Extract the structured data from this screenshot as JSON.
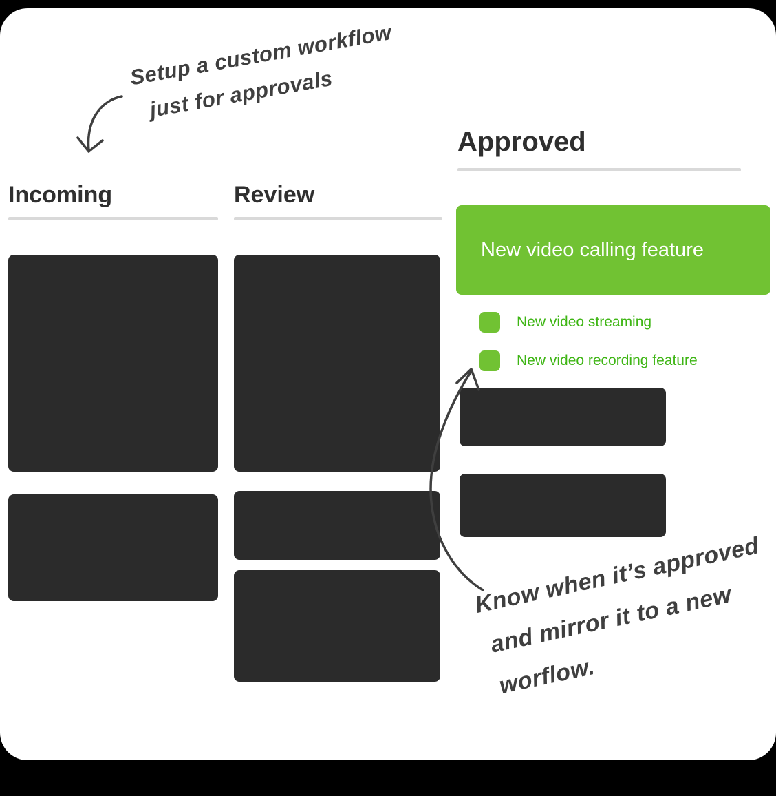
{
  "annotations": {
    "top": {
      "line1": "Setup a custom workflow",
      "line2": "just for approvals"
    },
    "bottom": {
      "line1": "Know when it’s approved",
      "line2": "and mirror it to a new",
      "line3": "worflow."
    }
  },
  "columns": [
    {
      "title": "Incoming"
    },
    {
      "title": "Review"
    },
    {
      "title": "Approved"
    }
  ],
  "approved": {
    "featured_card": "New video calling feature",
    "checklist": [
      {
        "label": "New video streaming"
      },
      {
        "label": "New video recording feature"
      }
    ]
  },
  "colors": {
    "green_card": "#71c233",
    "green_text": "#3eb514",
    "dark_card": "#2b2b2b",
    "heading": "#2f2f2f",
    "underline": "#d9d9d9",
    "annotation": "#3f3f3f",
    "canvas_background": "#ffffff",
    "frame_background": "#000000"
  }
}
